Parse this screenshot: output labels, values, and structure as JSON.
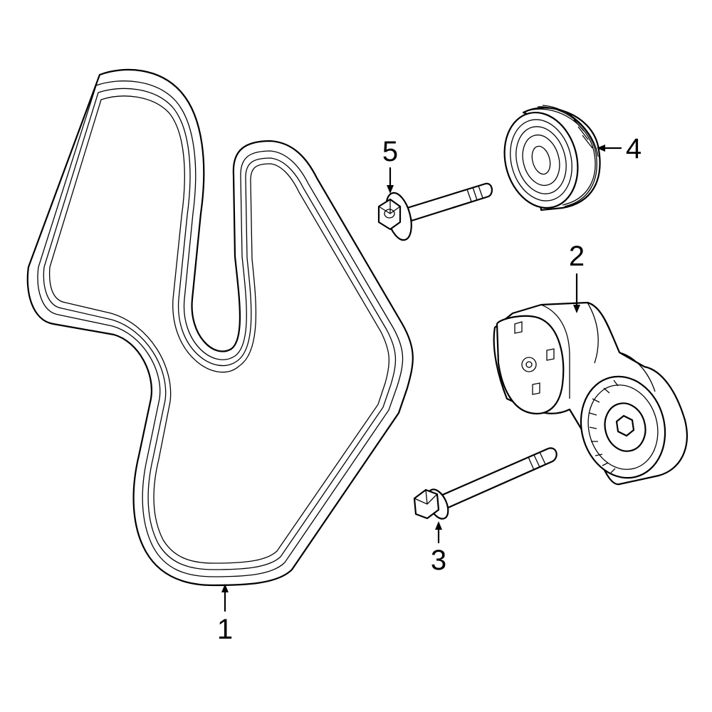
{
  "colors": {
    "highlight": "#3560BE",
    "outline": "#000000",
    "background": "#FFFFFF"
  },
  "callouts": {
    "belt": "1",
    "tensioner": "2",
    "tensioner_bolt": "3",
    "idler_pulley": "4",
    "idler_bolt": "5"
  }
}
